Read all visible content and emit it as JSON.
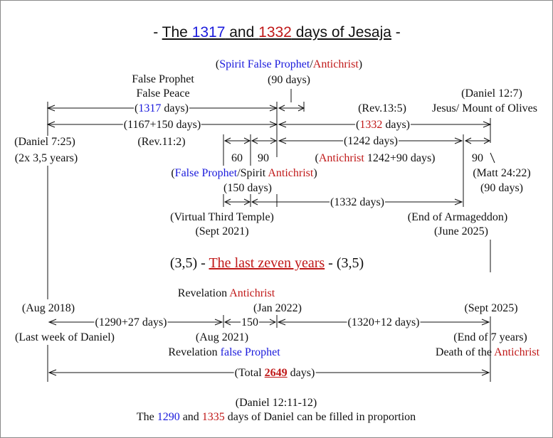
{
  "title": {
    "prefix": "- ",
    "the": "The ",
    "n1": "1317",
    "and": " and ",
    "n2": "1332",
    "suffix": " days of Jesaja",
    "end": " -"
  },
  "spirit_fp": {
    "open": "(",
    "spirit_false_prophet": "Spirit False Prophet",
    "slash": "/",
    "antichrist": "Antichrist",
    "close": ")"
  },
  "days_90_top": "(90 days)",
  "false_prophet": "False Prophet",
  "false_peace": "False Peace",
  "daniel_12_7": "(Daniel 12:7)",
  "jesus_mount": "Jesus/ Mount of Olives",
  "rev_13_5": "(Rev.13:5)",
  "d1317": {
    "open": "(",
    "num": "1317",
    "rest": " days)"
  },
  "d1167": "(1167+150 days)",
  "d1332": {
    "open": "(",
    "num": "1332",
    "rest": " days)"
  },
  "daniel_7_25": "(Daniel 7:25)",
  "rev_11_2": "(Rev.11:2)",
  "d1242": "(1242 days)",
  "years_2x35": "(2x 3,5 years)",
  "n60": "60",
  "n90a": "90",
  "antichrist_1242": {
    "antichrist": "Antichrist",
    "rest": " 1242+90 days)",
    "open": "("
  },
  "n90b": "90",
  "false_prophet_spirit": {
    "open": "(",
    "fp": "False Prophet",
    "mid": "/Spirit ",
    "ac": "Antichrist",
    "close": ")"
  },
  "matt_24_22": "(Matt 24:22)",
  "d150": "(150 days)",
  "d90_right": "(90 days)",
  "d1332_mid": "(1332 days)",
  "virtual_temple": "(Virtual Third Temple)",
  "sept_2021": "(Sept 2021)",
  "end_armageddon": "(End of Armageddon)",
  "june_2025": "(June 2025)",
  "last_seven": {
    "left": "(3,5) - ",
    "title": "The last zeven years",
    "right": " - (3,5)"
  },
  "revelation_antichrist": {
    "rev": "Revelation ",
    "ac": "Antichrist"
  },
  "aug_2018": "(Aug 2018)",
  "jan_2022": "(Jan 2022)",
  "sept_2025": "(Sept 2025)",
  "d1290_27": "(1290+27 days)",
  "d150_bottom": "150",
  "d1320_12": "(1320+12 days)",
  "last_week": "(Last week of Daniel)",
  "aug_2021": "(Aug 2021)",
  "end_7_years": "(End of 7 years)",
  "revelation_fp": {
    "rev": "Revelation ",
    "fp": "false Prophet"
  },
  "death_ac": {
    "death": "Death of the ",
    "ac": "Antichrist"
  },
  "total": {
    "open": "(Total ",
    "num": "2649",
    "rest": " days)"
  },
  "daniel_12_11": "(Daniel 12:11-12)",
  "footer": {
    "the": "The ",
    "n1": "1290",
    "and": " and ",
    "n2": "1335",
    "rest": " days of Daniel can be filled in proportion"
  },
  "colors": {
    "blue": "#1a1adc",
    "red": "#c01818",
    "text": "#111111"
  }
}
